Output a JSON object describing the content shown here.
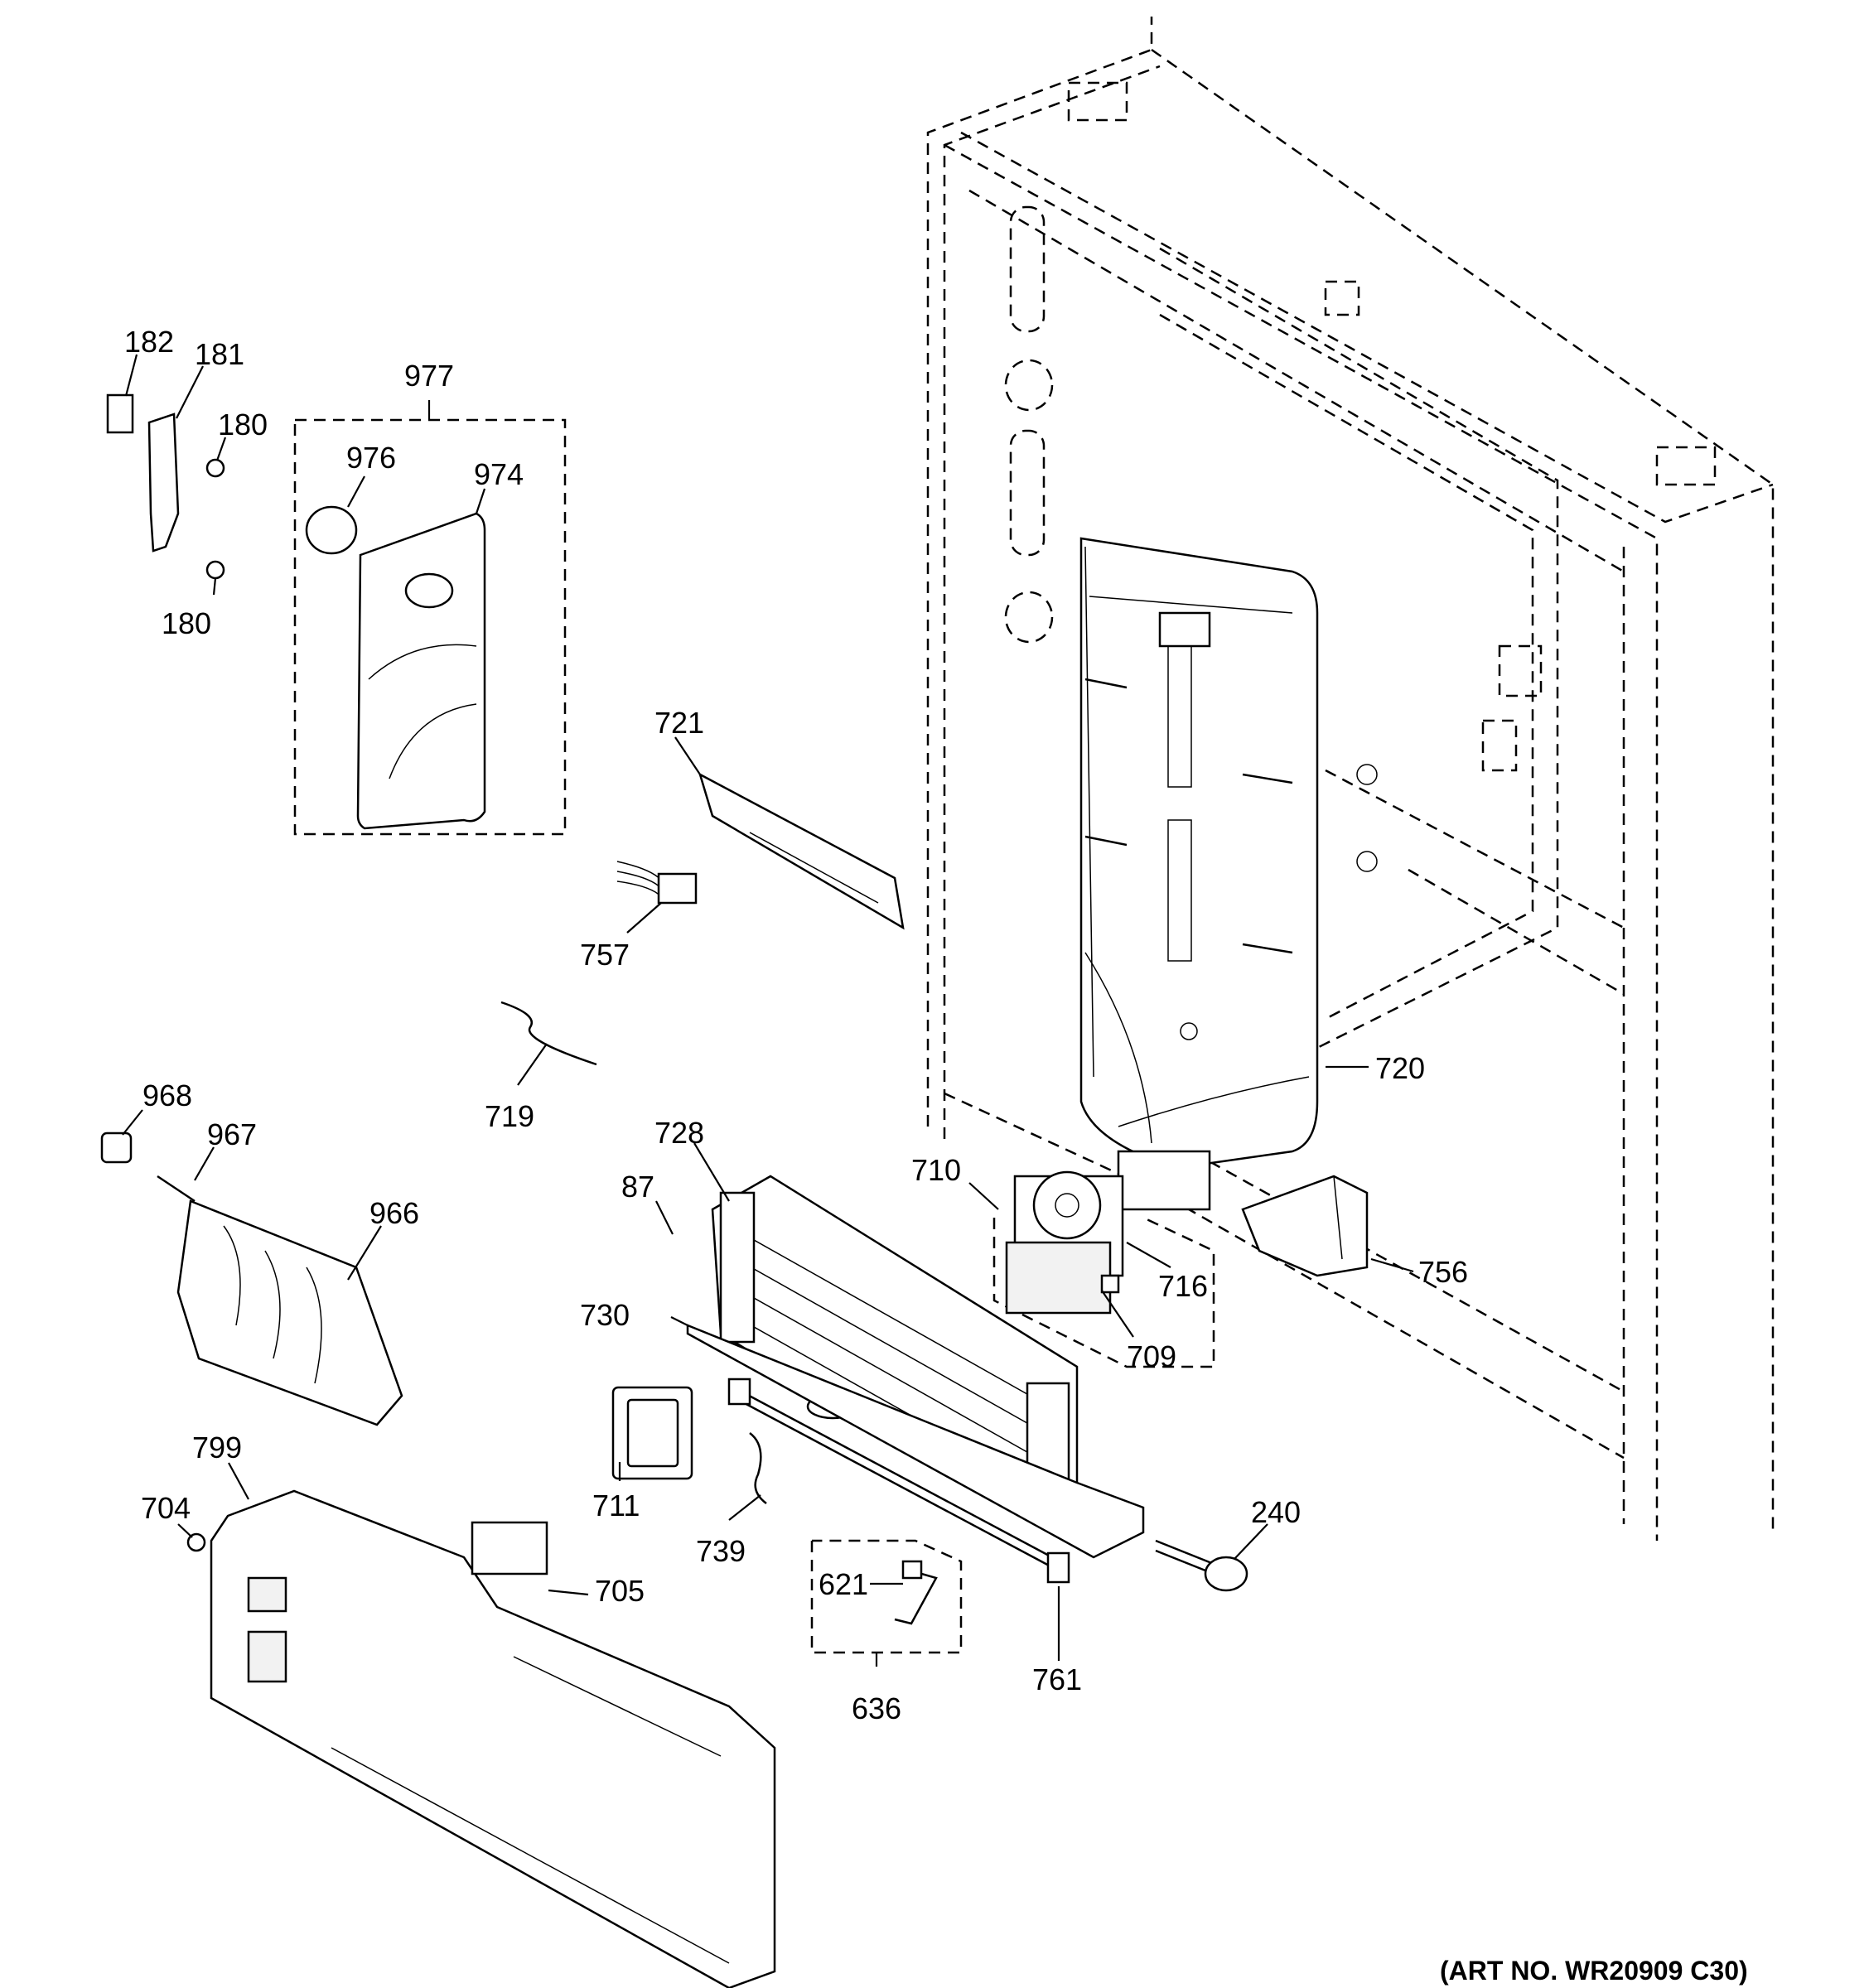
{
  "diagram": {
    "art_number": "(ART NO. WR20909 C30)",
    "callouts": {
      "c182": "182",
      "c181": "181",
      "c180a": "180",
      "c180b": "180",
      "c977": "977",
      "c976": "976",
      "c974": "974",
      "c721": "721",
      "c757": "757",
      "c719": "719",
      "c968": "968",
      "c967": "967",
      "c966": "966",
      "c728": "728",
      "c87": "87",
      "c730": "730",
      "c711": "711",
      "c739": "739",
      "c799": "799",
      "c704": "704",
      "c705": "705",
      "c710": "710",
      "c716": "716",
      "c709": "709",
      "c720": "720",
      "c756": "756",
      "c240": "240",
      "c621": "621",
      "c636": "636",
      "c761": "761"
    }
  }
}
